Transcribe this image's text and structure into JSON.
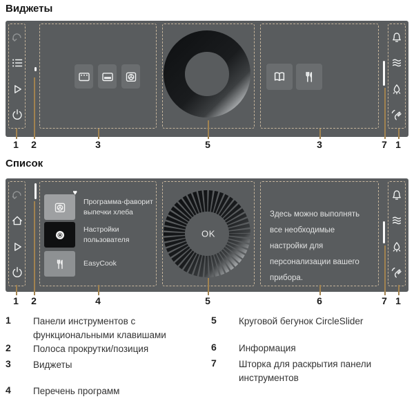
{
  "titles": {
    "widgets": "Виджеты",
    "list": "Список"
  },
  "colors": {
    "panel_background": "#595c5e",
    "dashed_outline": "#c6b59c",
    "callout_line": "#a28350",
    "tile_background": "#6a6d6f",
    "list_tile_light": "#9ea0a2",
    "list_tile_selected": "#0f1011",
    "list_tile_gray": "#8e9193",
    "icon_color": "#f0f2f2"
  },
  "panels": {
    "widgets": {
      "callouts": [
        "1",
        "2",
        "3",
        "5",
        "3",
        "7",
        "1"
      ],
      "toolbar_left_icons": [
        "back-icon",
        "list-icon",
        "play-icon",
        "power-icon"
      ],
      "widget_icons": [
        "oven-icon",
        "warming-drawer-icon",
        "microwave-fan-icon"
      ],
      "right_widget_icons": [
        "cookbook-icon",
        "cutlery-icon"
      ],
      "toolbar_right_icons": [
        "bell-icon",
        "steam-icon",
        "oven-light-icon",
        "hand-swipe-icon"
      ]
    },
    "list": {
      "callouts": [
        "1",
        "2",
        "4",
        "5",
        "6",
        "7",
        "1"
      ],
      "toolbar_left_icons": [
        "back-icon",
        "home-icon",
        "play-icon",
        "power-icon"
      ],
      "items": [
        {
          "icon": "microwave-fan-icon",
          "label": "Программа-фаворит выпечки хлеба",
          "favorite": true,
          "favorite_mark": "♥"
        },
        {
          "icon": "gear-icon",
          "label": "Настройки пользователя",
          "favorite": false
        },
        {
          "icon": "cutlery-icon",
          "label": "EasyCook",
          "favorite": false
        }
      ],
      "slider_label": "OK",
      "info": "Здесь можно выполнять все необходимые настройки для персонализации вашего прибора.",
      "toolbar_right_icons": [
        "bell-icon",
        "steam-icon",
        "oven-light-icon",
        "hand-swipe-icon"
      ]
    }
  },
  "legend": {
    "left": [
      {
        "num": "1",
        "text": "Панели инструментов с функциональными клавишами"
      },
      {
        "num": "2",
        "text": "Полоса прокрутки/позиция"
      },
      {
        "num": "3",
        "text": "Виджеты"
      },
      {
        "num": "4",
        "text": "Перечень программ"
      }
    ],
    "right": [
      {
        "num": "5",
        "text": "Круговой бегунок CircleSlider"
      },
      {
        "num": "6",
        "text": "Информация"
      },
      {
        "num": "7",
        "text": "Шторка для раскрытия панели инструментов"
      }
    ]
  }
}
